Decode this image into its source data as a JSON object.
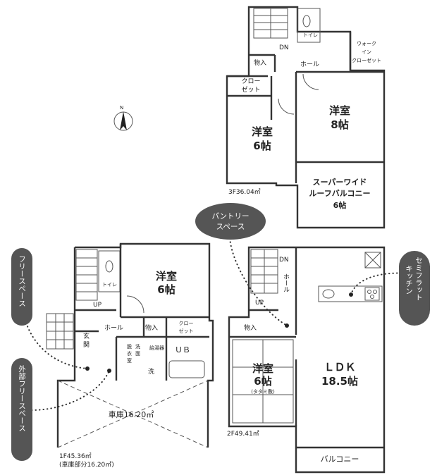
{
  "floor3": {
    "hall": "ホール",
    "dn": "DN",
    "toilet": "トイレ",
    "storage": "物入",
    "walkin": [
      "ウォーク",
      "イン",
      "クローゼット"
    ],
    "closet": [
      "クロー",
      "ゼット"
    ],
    "room6_name": "洋室",
    "room6_size": "6帖",
    "room8_name": "洋室",
    "room8_size": "8帖",
    "balcony": [
      "スーパーワイド",
      "ルーフバルコニー",
      "6帖"
    ],
    "area": "3F36.04㎡"
  },
  "floor2": {
    "dn": "DN",
    "up": "UP",
    "hall": "ホール",
    "storage": "物入",
    "washitsu_name": "洋室",
    "washitsu_size": "6帖",
    "washitsu_note": "(タタミ敷)",
    "ldk_name": "ＬＤＫ",
    "ldk_size": "18.5帖",
    "balcony": "バルコニー",
    "area": "2F49.41㎡"
  },
  "floor1": {
    "toilet": "トイレ",
    "up": "UP",
    "hall": "ホール",
    "storage": "物入",
    "closet": [
      "クロー",
      "ゼット"
    ],
    "room_name": "洋室",
    "room_size": "6帖",
    "genkan": [
      "玄",
      "関"
    ],
    "dressing": [
      "脱",
      "洗",
      "衣",
      "面",
      "室"
    ],
    "washer": "洗",
    "ub": "ＵＢ",
    "water_heater": "給湯器",
    "garage": "車庫16.20㎡",
    "area": [
      "1F45.36㎡",
      "(車庫部分16.20㎡)"
    ]
  },
  "callouts": {
    "pantry": [
      "パントリー",
      "スペース"
    ],
    "free": "フリースペース",
    "outside_free": "外部フリースペース",
    "semiflat": [
      "セミフラット",
      "キッチン"
    ]
  },
  "compass": "N"
}
